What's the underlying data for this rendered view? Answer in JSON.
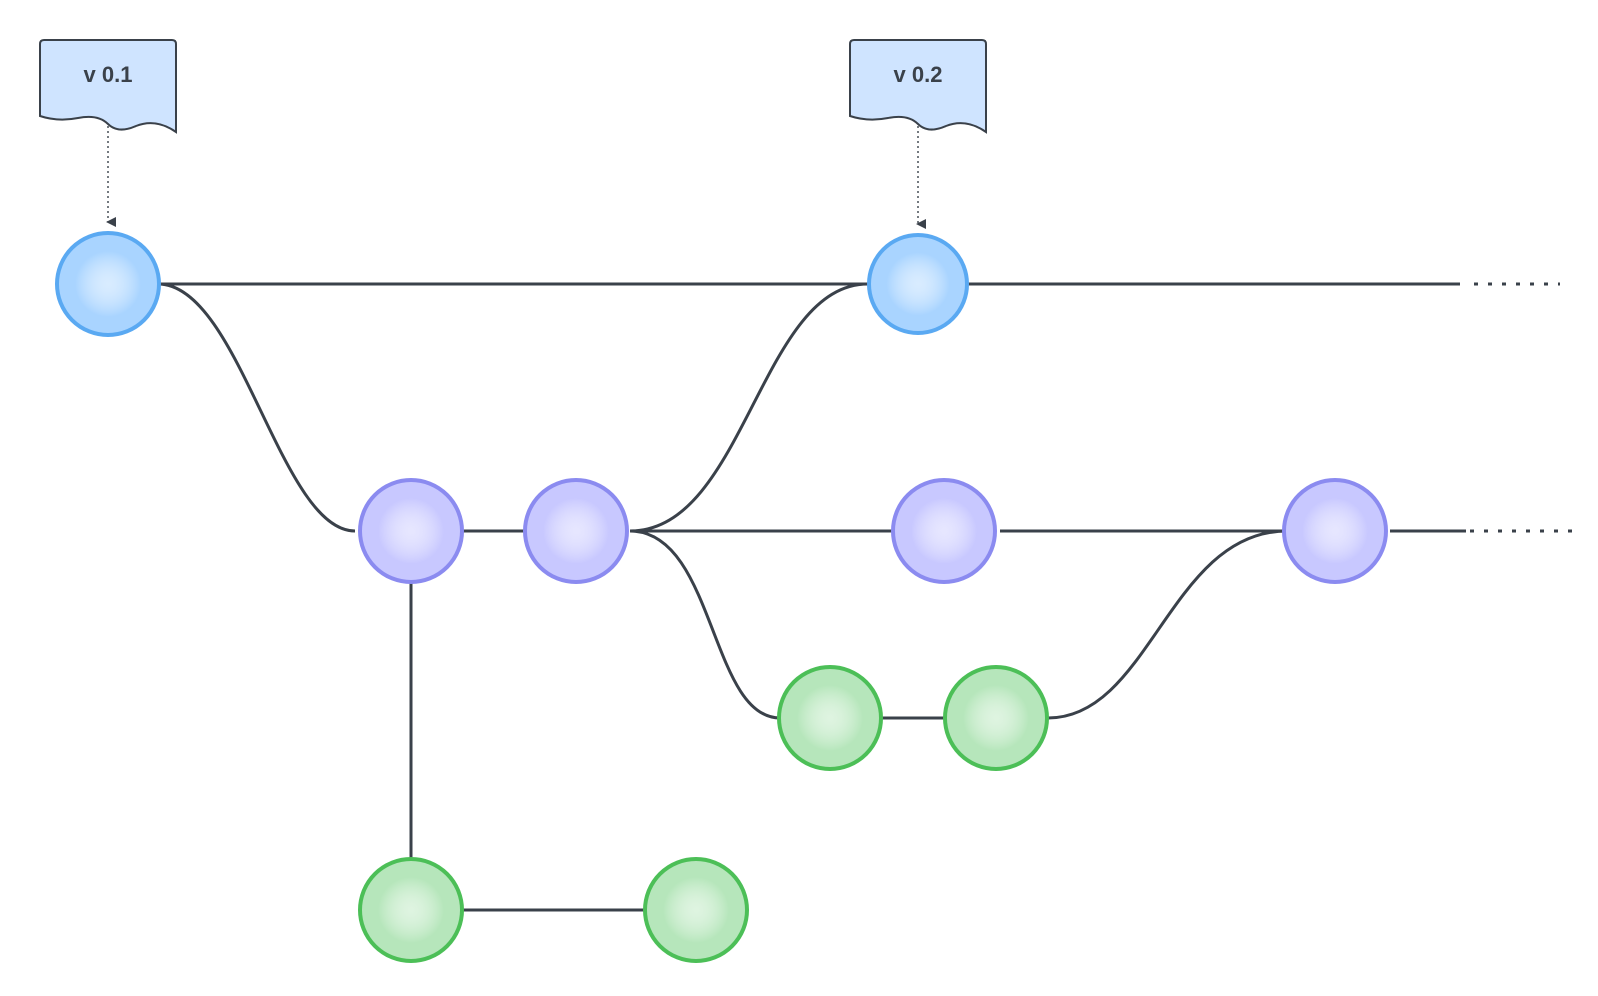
{
  "tags": [
    {
      "id": "tag-v01",
      "label": "v 0.1",
      "target": "m1"
    },
    {
      "id": "tag-v02",
      "label": "v 0.2",
      "target": "m2"
    }
  ],
  "branches": {
    "main": {
      "fill": "#a9d4ff",
      "edge": "#5aa9f2"
    },
    "develop": {
      "fill": "#c8c8ff",
      "edge": "#8b8bf0"
    },
    "feature": {
      "fill": "#b6e6bb",
      "edge": "#4cbf57"
    }
  },
  "commits": [
    {
      "id": "m1",
      "branch": "main"
    },
    {
      "id": "m2",
      "branch": "main"
    },
    {
      "id": "d1",
      "branch": "develop"
    },
    {
      "id": "d2",
      "branch": "develop"
    },
    {
      "id": "d3",
      "branch": "develop"
    },
    {
      "id": "d4",
      "branch": "develop"
    },
    {
      "id": "f1",
      "branch": "feature"
    },
    {
      "id": "f2",
      "branch": "feature"
    },
    {
      "id": "f3",
      "branch": "feature"
    },
    {
      "id": "f4",
      "branch": "feature"
    }
  ],
  "connections": [
    {
      "from": "m1",
      "to": "m2",
      "kind": "straight"
    },
    {
      "from": "m1",
      "to": "d1",
      "kind": "curve"
    },
    {
      "from": "d1",
      "to": "d2",
      "kind": "straight"
    },
    {
      "from": "d2",
      "to": "m2",
      "kind": "curve"
    },
    {
      "from": "d2",
      "to": "d3",
      "kind": "straight"
    },
    {
      "from": "d3",
      "to": "d4",
      "kind": "straight"
    },
    {
      "from": "d2",
      "to": "f1",
      "kind": "curve"
    },
    {
      "from": "f1",
      "to": "f2",
      "kind": "straight"
    },
    {
      "from": "f2",
      "to": "d4",
      "kind": "curve"
    },
    {
      "from": "d1",
      "to": "f3",
      "kind": "vertical"
    },
    {
      "from": "f3",
      "to": "f4",
      "kind": "straight"
    }
  ],
  "continuations": [
    "main",
    "develop"
  ]
}
